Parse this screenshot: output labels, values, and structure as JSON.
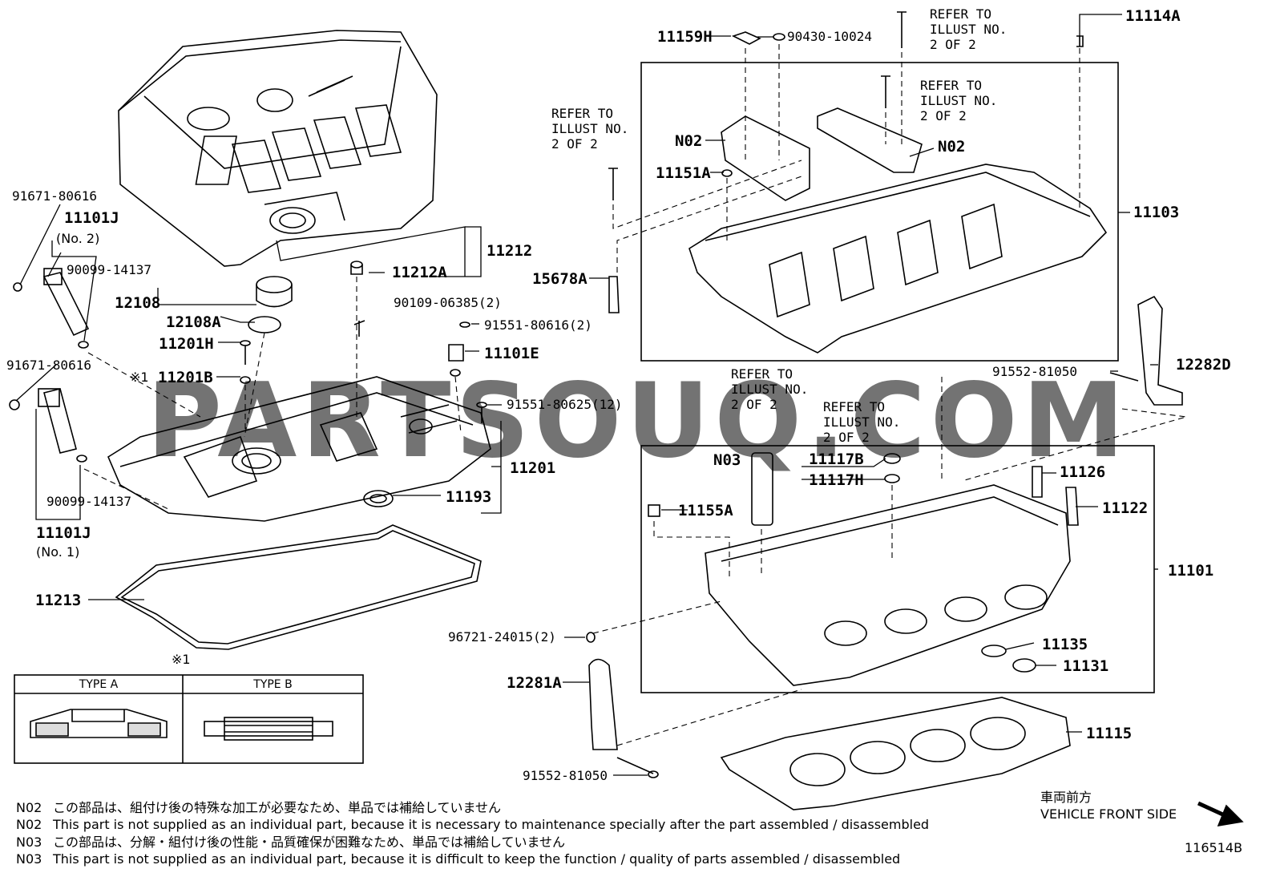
{
  "watermark": "PARTSOUQ.COM",
  "parts": {
    "p91671_top": "91671-80616",
    "p11101J_2": "11101J",
    "p11101J_2_sub": "(No. 2)",
    "p90099_top": "90099-14137",
    "p91671_bot": "91671-80616",
    "p90099_bot": "90099-14137",
    "p11101J_1": "11101J",
    "p11101J_1_sub": "(No. 1)",
    "p12108": "12108",
    "p12108A": "12108A",
    "p11201H": "11201H",
    "p11201B": "11201B",
    "p11212": "11212",
    "p11212A": "11212A",
    "p90109": "90109-06385(2)",
    "p91551_616": "91551-80616(2)",
    "p11101E": "11101E",
    "p91551_625": "91551-80625(12)",
    "p11201": "11201",
    "p11193": "11193",
    "p11213": "11213",
    "p11159H": "11159H",
    "p90430": "90430-10024",
    "p11114A": "11114A",
    "pN02_a": "N02",
    "pN02_b": "N02",
    "p11151A": "11151A",
    "p11103": "11103",
    "p15678A": "15678A",
    "p91552_top": "91552-81050",
    "p12282D": "12282D",
    "pN03": "N03",
    "p11117B": "11117B",
    "p11117H": "11117H",
    "p11126": "11126",
    "p11122": "11122",
    "p11155A": "11155A",
    "p11101": "11101",
    "p96721": "96721-24015(2)",
    "p11135": "11135",
    "p11131": "11131",
    "p12281A": "12281A",
    "p11115": "11115",
    "p91552_bot": "91552-81050",
    "star1_a": "※1",
    "star1_b": "※1"
  },
  "refer": {
    "r1": "REFER TO\nILLUST NO.\n2 OF 2",
    "r2": "REFER TO\nILLUST NO.\n2 OF 2",
    "r3": "REFER TO\nILLUST NO.\n2 OF 2",
    "r4": "REFER TO\nILLUST NO.\n2 OF 2",
    "r5": "REFER TO\nILLUST NO.\n2 OF 2"
  },
  "legend": {
    "type_a": "TYPE A",
    "type_b": "TYPE B"
  },
  "notes": [
    {
      "code": "N02",
      "text": "この部品は、組付け後の特殊な加工が必要なため、単品では補給していません"
    },
    {
      "code": "N02",
      "text": "This part is not supplied as an individual part, because it is necessary to maintenance specially after the part assembled / disassembled"
    },
    {
      "code": "N03",
      "text": "この部品は、分解・組付け後の性能・品質確保が困難なため、単品では補給していません"
    },
    {
      "code": "N03",
      "text": "This part is not supplied as an individual part, because it is difficult to keep the function / quality of parts  assembled / disassembled"
    }
  ],
  "direction": {
    "jp": "車両前方",
    "en": "VEHICLE FRONT SIDE"
  },
  "figure_id": "116514B"
}
